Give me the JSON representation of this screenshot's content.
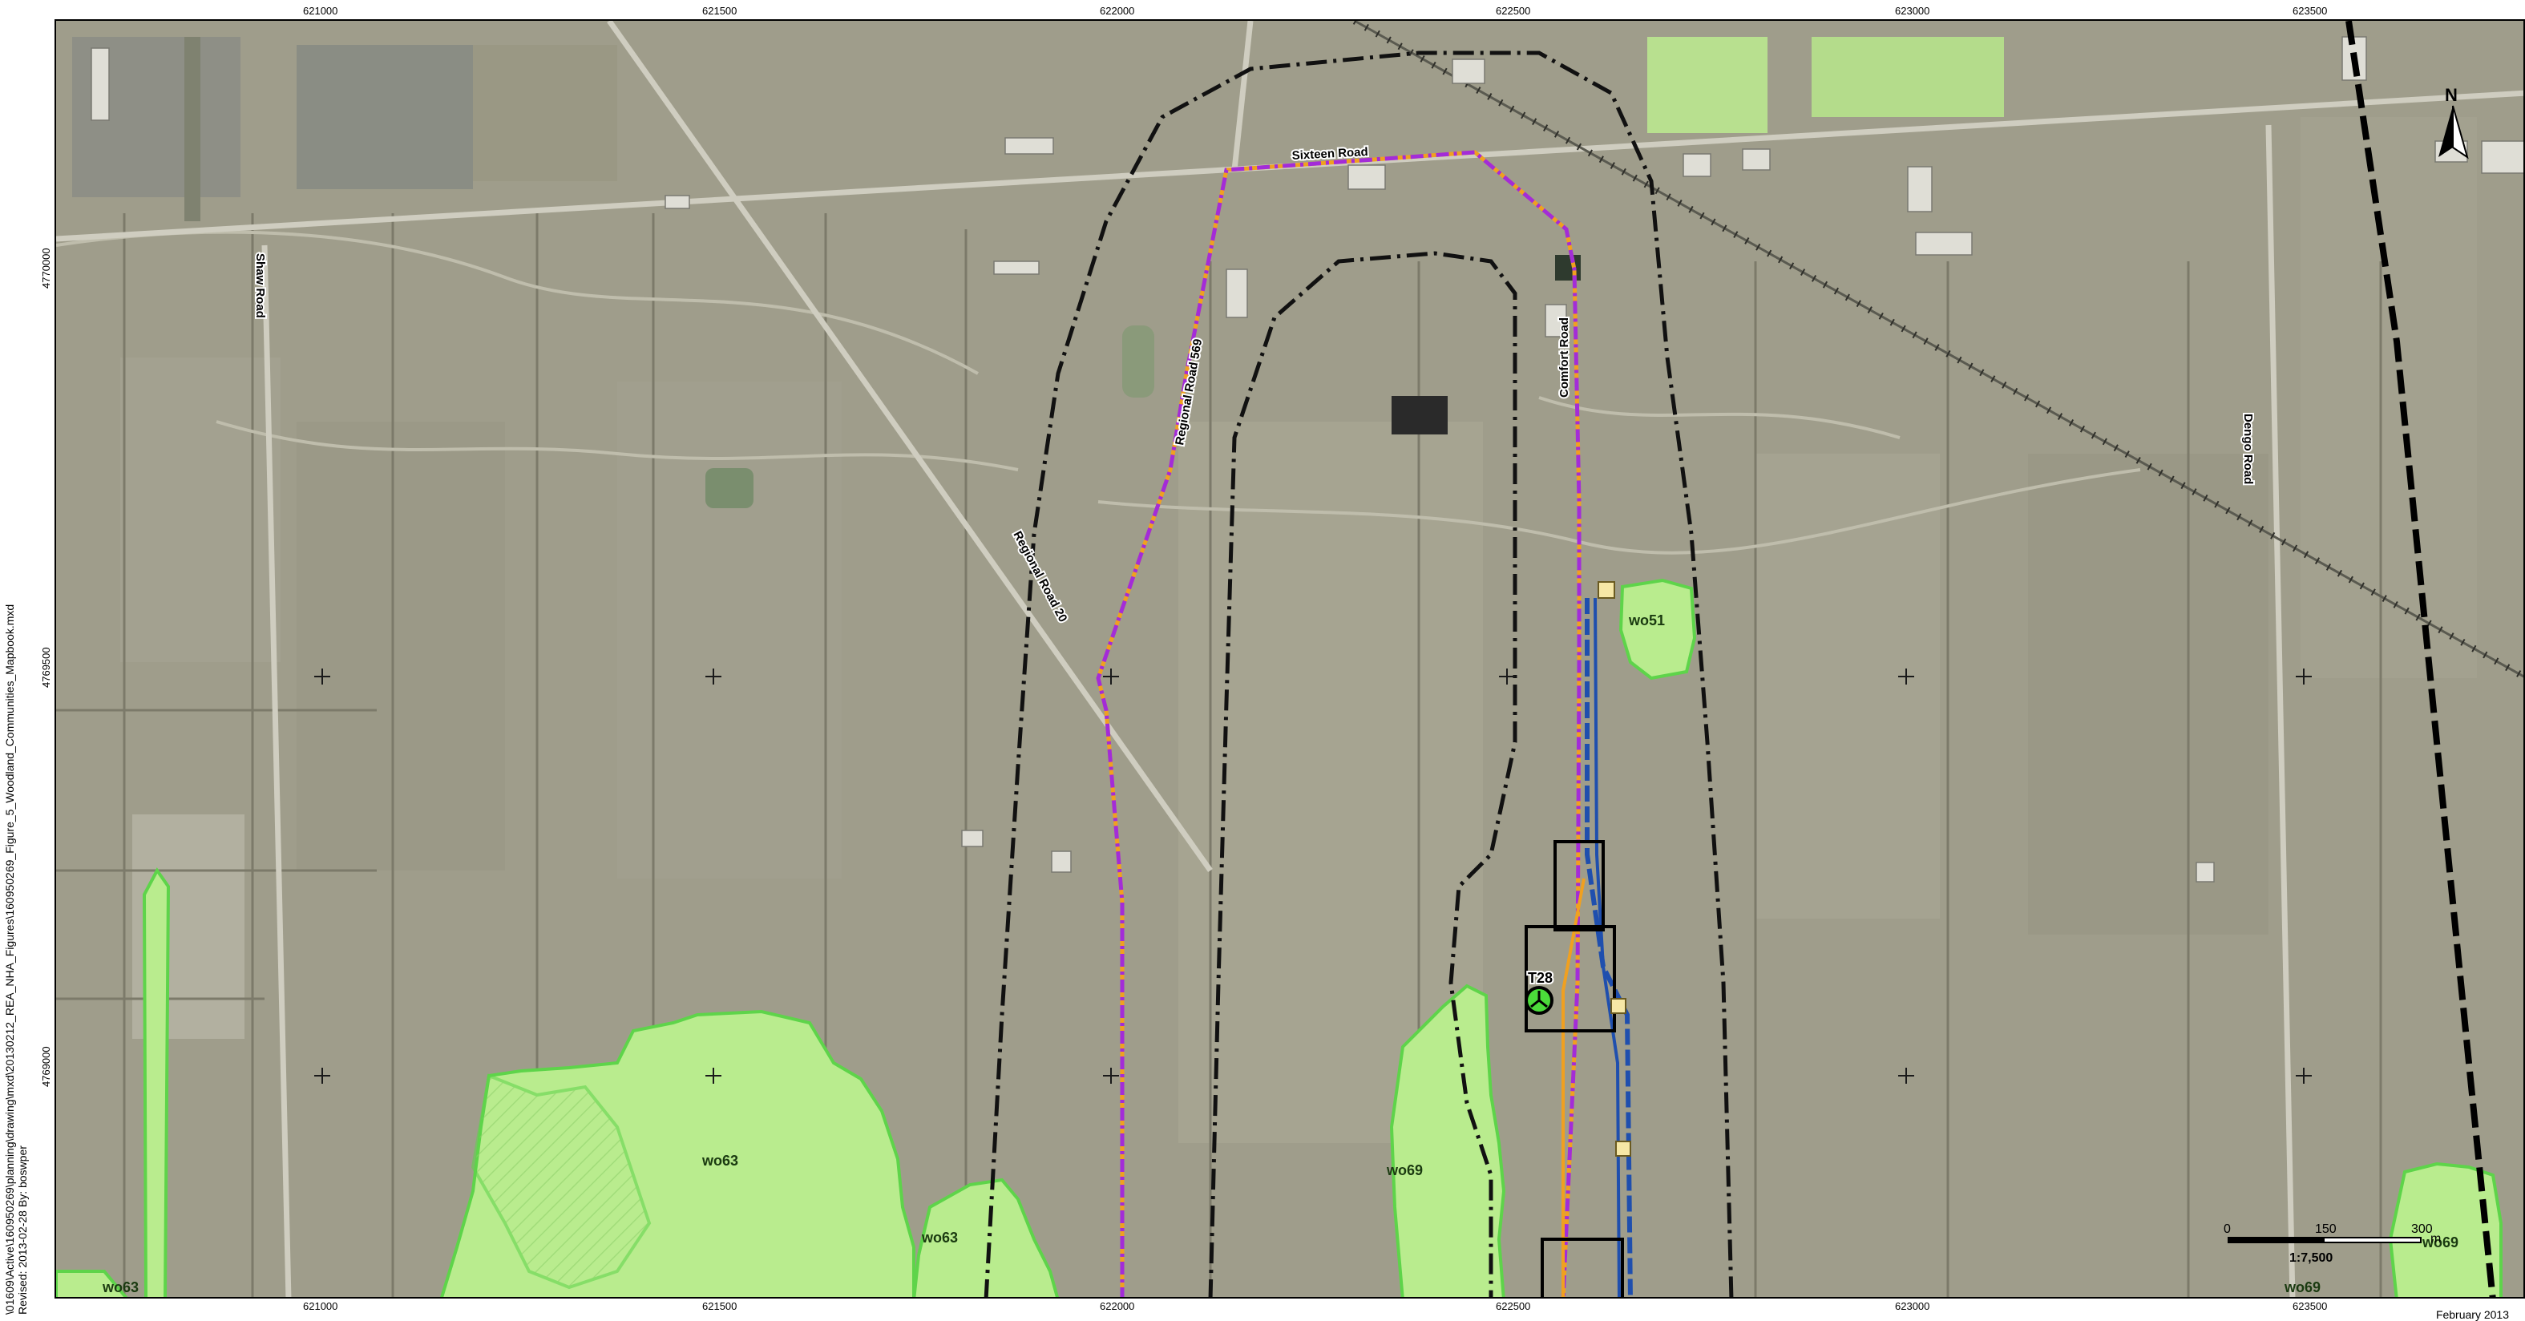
{
  "grid": {
    "eastings": [
      "621000",
      "621500",
      "622000",
      "622500",
      "623000",
      "623500"
    ],
    "northings": [
      "4770000",
      "4769500",
      "4769000"
    ]
  },
  "roads": {
    "sixteen": "Sixteen Road",
    "shaw": "Shaw Road",
    "rr20": "Regional Road 20",
    "rr569": "Regional Road 569",
    "comfort": "Comfort Road",
    "dengo": "Dengo Road"
  },
  "woodlands": {
    "wo51": "wo51",
    "wo63a": "wo63",
    "wo63b": "wo63",
    "wo63c": "wo63",
    "wo69a": "wo69",
    "wo69b": "wo69",
    "wo69c": "wo69"
  },
  "turbine": {
    "label": "T28"
  },
  "north_arrow": {
    "label": "N"
  },
  "scale": {
    "ticks": [
      "0",
      "150",
      "300"
    ],
    "unit": "m",
    "ratio": "1:7,500"
  },
  "footer": {
    "path_line1": "\\01609\\Active\\160950269\\planning\\drawing\\mxd\\20130212_REA_NHA_Figures\\160950269_Figure_5_Woodland_Communities_Mapbook.mxd",
    "path_line2": "Revised: 2013-02-28 By: boswper",
    "date": "February 2013"
  },
  "colors": {
    "woodland_fill": "#b9ec8e",
    "woodland_stroke": "#5ed44a",
    "road_purple": "#a32cd8",
    "road_orange": "#f0a020",
    "buffer": "#111111",
    "collector_blue": "#1f4fae",
    "imagery_base": "#9c9a88"
  }
}
